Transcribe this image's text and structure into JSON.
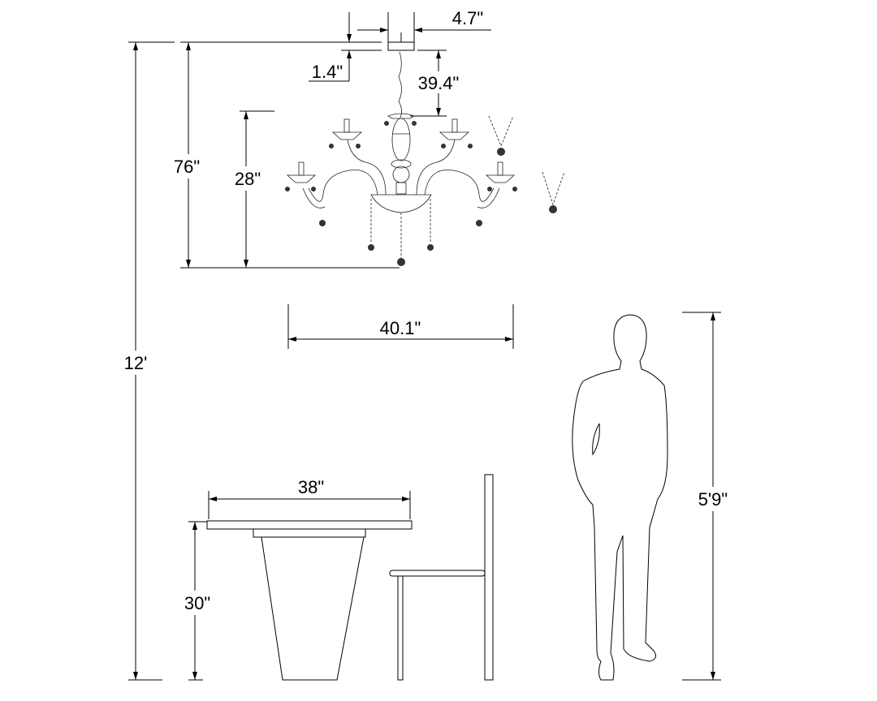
{
  "dimensions": {
    "ceiling_height": "12'",
    "overall_drop": "76\"",
    "fixture_height": "28\"",
    "canopy_width": "4.7\"",
    "canopy_height": "1.4\"",
    "chain_length": "39.4\"",
    "fixture_width": "40.1\"",
    "table_width": "38\"",
    "table_height": "30\"",
    "person_height": "5'9\""
  }
}
